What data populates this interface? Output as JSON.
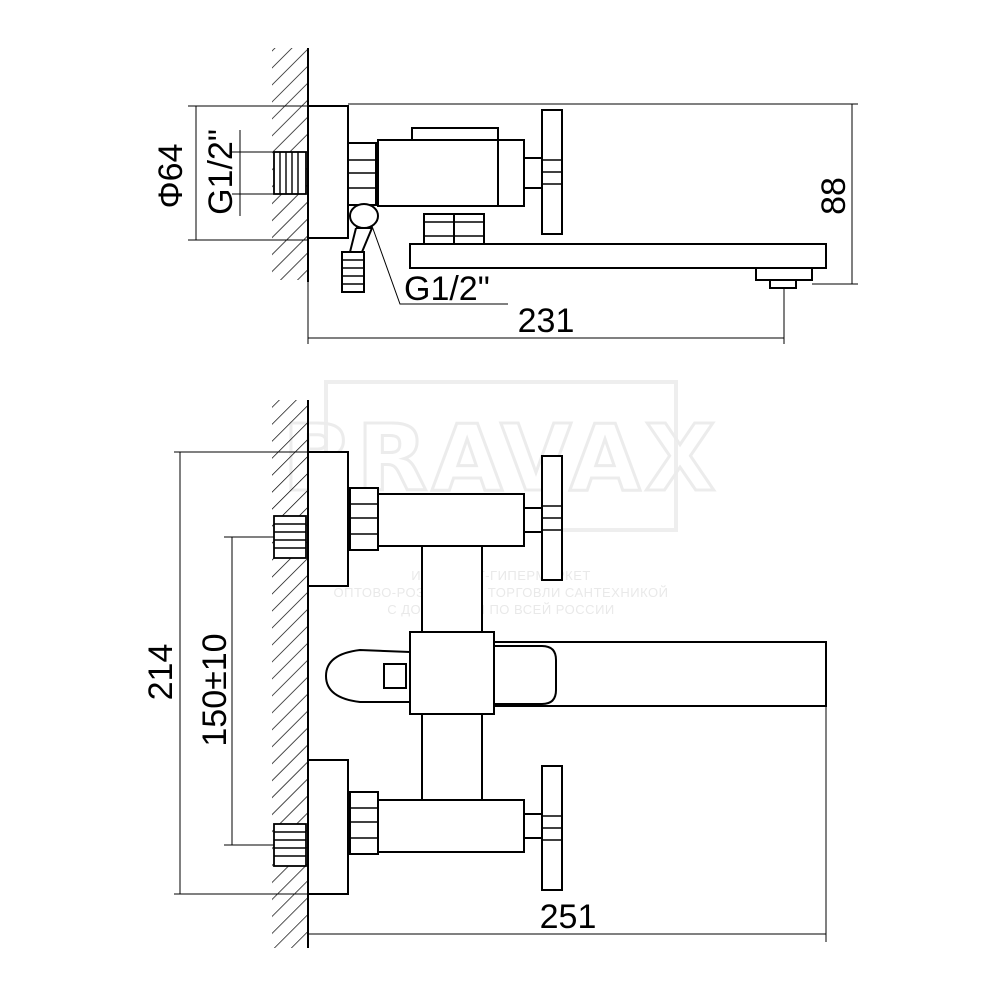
{
  "watermark": {
    "brand": "BRAVAX",
    "tagline": [
      "ИНТЕРНЕТ-ГИПЕРМАРКЕТ",
      "ОПТОВО-РОЗНИЧНОЙ ТОРГОВЛИ САНТЕХНИКОЙ",
      "С ДОСТАВКОЙ ПО ВСЕЙ РОССИИ"
    ]
  },
  "side_view": {
    "dim_diameter": "Φ64",
    "dim_inlet_thread": "G1/2\"",
    "dim_height": "88",
    "dim_outlet_thread": "G1/2\"",
    "dim_length": "231"
  },
  "top_view": {
    "dim_width": "214",
    "dim_center_distance": "150±10",
    "dim_length": "251"
  }
}
